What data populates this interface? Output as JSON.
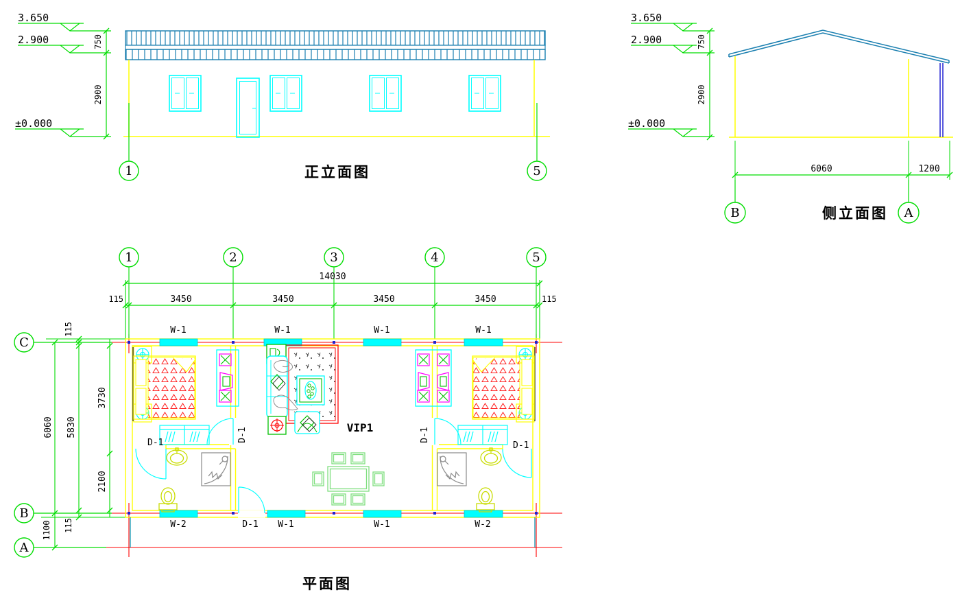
{
  "colors": {
    "dimension_green": "#00dd00",
    "wall_yellow": "#ffff00",
    "axis_red": "#ff0000",
    "fixture_cyan": "#00ffff",
    "roof_blue": "#1a7fb0",
    "downspout_blue": "#0000cc",
    "accent_magenta": "#ff00ff",
    "sanitary_yellow_green": "#c8dc00",
    "furniture_green": "#00c000",
    "dining_light_green": "#80df80",
    "shower_gray": "#8a8a8a",
    "porch_teal": "#008fae",
    "text_black": "#000000",
    "background": "#ffffff"
  },
  "front_elevation": {
    "title": "正立面图",
    "levels": {
      "parapet": "3.650",
      "eave": "2.900",
      "ground": "±0.000"
    },
    "dims": {
      "roof_height": "750",
      "wall_height": "2900"
    },
    "bubbles": {
      "left": "1",
      "right": "5"
    }
  },
  "side_elevation": {
    "title": "侧立面图",
    "levels": {
      "ridge": "3.650",
      "eave": "2.900",
      "ground": "±0.000"
    },
    "dims": {
      "roof_height": "750",
      "wall_height": "2900",
      "span": "6060",
      "overhang": "1200"
    },
    "bubbles": {
      "left": "B",
      "right": "A"
    }
  },
  "floor_plan": {
    "title": "平面图",
    "room_label": "VIP1",
    "grid_bubbles_top": [
      "1",
      "2",
      "3",
      "4",
      "5"
    ],
    "grid_bubbles_left": [
      "C",
      "B",
      "A"
    ],
    "dim_total": "14030",
    "dim_row2": [
      "115",
      "3450",
      "3450",
      "3450",
      "3450",
      "115"
    ],
    "dims_left": {
      "overall": "6060",
      "inner": "5830",
      "upper_bay": "3730",
      "lower_bay": "2100",
      "wall_top": "115",
      "wall_bottom": "115",
      "porch": "1100"
    },
    "window_labels_top": [
      "W-1",
      "W-1",
      "W-1",
      "W-1"
    ],
    "opening_labels_bottom": [
      "W-2",
      "D-1",
      "W-1",
      "W-1",
      "W-2"
    ],
    "door_labels": {
      "left": "D-1",
      "left_partition": "D-1",
      "right_partition": "D-1",
      "right": "D-1"
    }
  }
}
